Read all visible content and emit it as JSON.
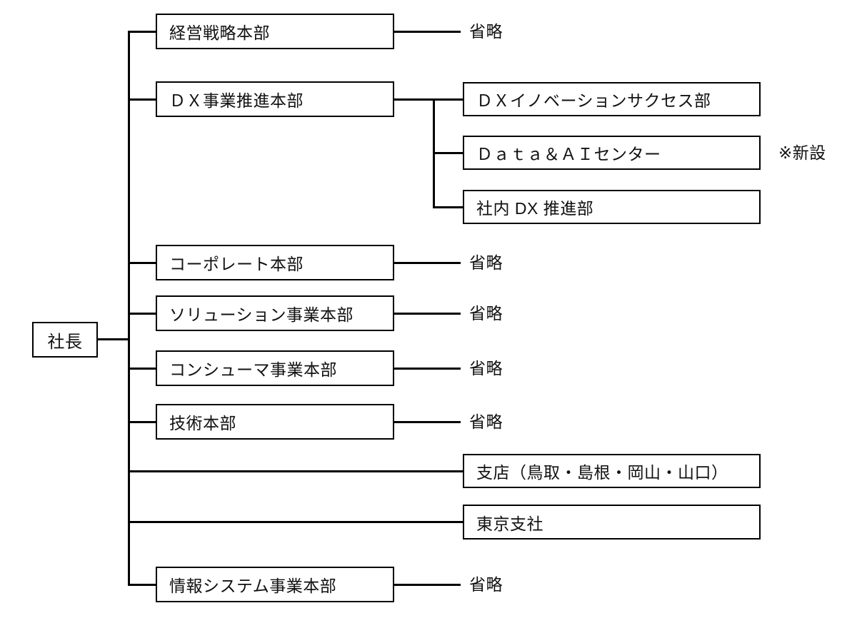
{
  "org_chart": {
    "president": "社長",
    "divisions": [
      {
        "name": "経営戦略本部",
        "detail": "省略"
      },
      {
        "name": "ＤＸ事業推進本部"
      },
      {
        "name": "コーポレート本部",
        "detail": "省略"
      },
      {
        "name": "ソリューション事業本部",
        "detail": "省略"
      },
      {
        "name": "コンシューマ事業本部",
        "detail": "省略"
      },
      {
        "name": "技術本部",
        "detail": "省略"
      },
      {
        "name": "支店（鳥取・島根・岡山・山口）"
      },
      {
        "name": "東京支社"
      },
      {
        "name": "情報システム事業本部",
        "detail": "省略"
      }
    ],
    "dx_sub_departments": [
      {
        "name": "ＤＸイノベーションサクセス部"
      },
      {
        "name": "Ｄａｔａ＆ＡＩセンター",
        "annotation": "※新設"
      },
      {
        "name": "社内 DX 推進部"
      }
    ],
    "colors": {
      "line": "#000000",
      "box_border": "#000000",
      "text": "#111111",
      "background": "#ffffff"
    }
  }
}
